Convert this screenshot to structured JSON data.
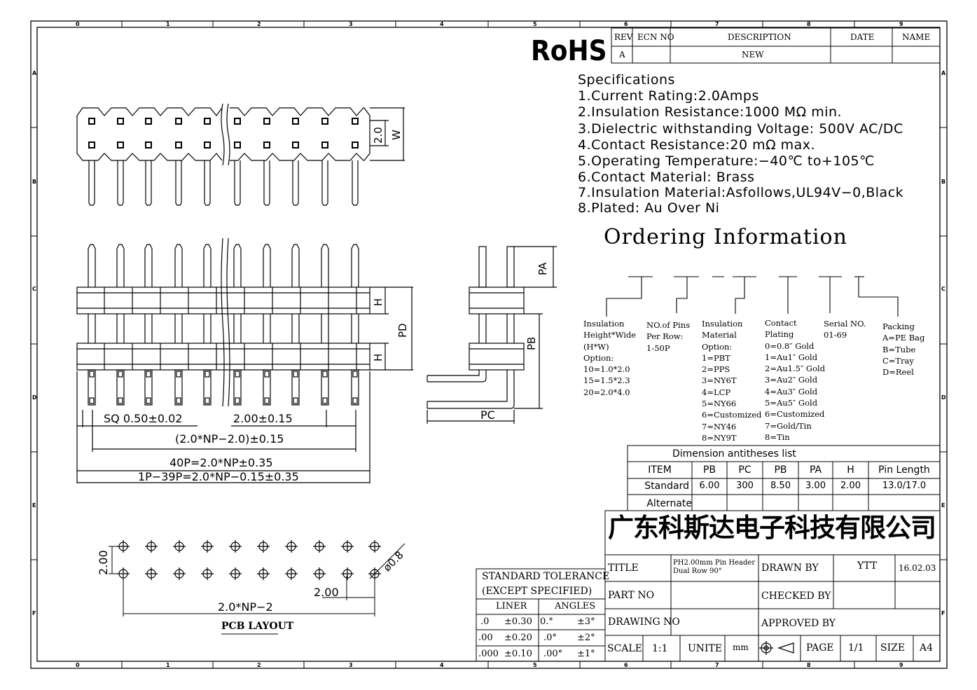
{
  "border_ruler": {
    "cols": [
      "0",
      "1",
      "2",
      "3",
      "4",
      "5",
      "6",
      "7",
      "8",
      "9"
    ],
    "rows": [
      "A",
      "B",
      "C",
      "D",
      "E",
      "F"
    ]
  },
  "logo": "RoHS",
  "revision": {
    "headers": [
      "REV",
      "ECN NO",
      "DESCRIPTION",
      "DATE",
      "NAME"
    ],
    "row": [
      "A",
      "",
      "NEW",
      "",
      ""
    ]
  },
  "specs": {
    "title": "Specifications",
    "items": [
      "1.Current  Rating:2.0Amps",
      "2.Insulation  Resistance:1000  MΩ  min.",
      "3.Dielectric  withstanding  Voltage:    500V AC/DC",
      "4.Contact  Resistance:20  mΩ  max.",
      "5.Operating  Temperature:−40℃  to+105℃",
      "6.Contact  Material:  Brass",
      "7.Insulation  Material:Asfollows,UL94V−0,Black",
      "8.Plated:  Au  Over  Ni"
    ]
  },
  "ordering": {
    "title": "Ordering  Information",
    "columns": [
      {
        "label": "Insulation\nHeight*Wide\n(H*W)\nOption:\n10=1.0*2.0\n15=1.5*2.3\n20=2.0*4.0"
      },
      {
        "label": "NO.of Pins\nPer Row:\n1-50P"
      },
      {
        "label": "Insulation\nMaterial\nOption:\n1=PBT\n2=PPS\n3=NY6T\n4=LCP\n5=NY66\n6=Customized\n7=NY46\n8=NY9T"
      },
      {
        "label": "Contact\nPlating\n0=0.8″ Gold\n1=Au1″ Gold\n2=Au1.5″ Gold\n3=Au2″ Gold\n4=Au3″ Gold\n5=Au5″ Gold\n6=Customized\n7=Gold/Tin\n8=Tin"
      },
      {
        "label": "Serial NO.\n01-69"
      },
      {
        "label": "Packing\nA=PE Bag\nB=Tube\nC=Tray\nD=Reel"
      }
    ]
  },
  "dimension_table": {
    "title": "Dimension antitheses list",
    "headers": [
      "ITEM",
      "PB",
      "PC",
      "PB",
      "PA",
      "H",
      "Pin Length"
    ],
    "rows": [
      [
        "Standard",
        "6.00",
        "300",
        "8.50",
        "3.00",
        "2.00",
        "13.0/17.0"
      ],
      [
        "Alternate",
        "",
        "",
        "",
        "",
        "",
        ""
      ]
    ]
  },
  "drawing_labels": {
    "top_dim": "2.0",
    "w": "W",
    "h1": "H",
    "h2": "H",
    "pd": "PD",
    "pa": "PA",
    "pb": "PB",
    "pc": "PC",
    "sq": "SQ  0.50±0.02",
    "pitch": "2.00±0.15",
    "span": "(2.0*NP−2.0)±0.15",
    "len1": "40P=2.0*NP±0.35",
    "len2": "1P−39P=2.0*NP−0.15±0.35",
    "pcb_v": "2.00",
    "pcb_dia": "ø0.8",
    "pcb_pitch": "2.00",
    "pcb_span": "2.0*NP−2",
    "pcb_title": "PCB LAYOUT"
  },
  "company": "广东科斯达电子科技有限公司",
  "tolerance": {
    "title1": "STANDARD TOLERANCE",
    "title2": "(EXCEPT   SPECIFIED)",
    "liner": "LINER",
    "angles": "ANGLES",
    "rows": [
      [
        ".0",
        "±0.30",
        "0.°",
        "±3°"
      ],
      [
        ".00",
        "±0.20",
        ".0°",
        "±2°"
      ],
      [
        ".000",
        "±0.10",
        ".00°",
        "±1°"
      ]
    ]
  },
  "titleblock": {
    "title_label": "TITLE",
    "title_value_1": "PH2.00mm Pin Header",
    "title_value_2": "Dual Row 90°",
    "drawn_by_label": "DRAWN BY",
    "drawn_by": "YTT",
    "date": "16.02.03",
    "part_no_label": "PART NO",
    "checked_by_label": "CHECKED BY",
    "drawing_no_label": "DRAWING NO",
    "approved_by_label": "APPROVED BY",
    "scale_label": "SCALE",
    "scale": "1:1",
    "unit_label": "UNITE",
    "unit": "mm",
    "page_label": "PAGE",
    "page": "1/1",
    "size_label": "SIZE",
    "size": "A4"
  },
  "colors": {
    "line": "#000000",
    "paper": "#ffffff"
  }
}
